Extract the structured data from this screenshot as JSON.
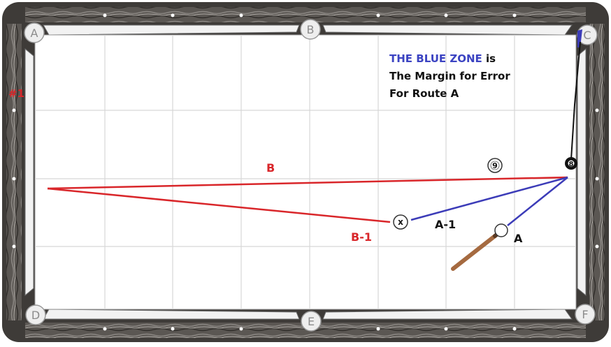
{
  "pockets": {
    "a": "A",
    "b": "B",
    "c": "C",
    "d": "D",
    "e": "E",
    "f": "F"
  },
  "diamond_label": "#1",
  "caption": {
    "highlight": "THE BLUE ZONE",
    "line1_rest": " is",
    "line2": "The Margin for Error",
    "line3": "For Route A"
  },
  "route_labels": {
    "b": "B",
    "b1": "B-1",
    "a1": "A-1",
    "a": "A"
  },
  "balls": {
    "eight": "8",
    "nine": "9",
    "x": "x"
  },
  "colors": {
    "rail_wood": "#55524f",
    "felt": "#ffffff",
    "grid": "#d7d7d7",
    "route_red": "#d9262a",
    "route_blue": "#3c3cb8",
    "caption_blue": "#3b43c2",
    "cue_stick": "#a56a40",
    "eight_ball": "#111111"
  }
}
